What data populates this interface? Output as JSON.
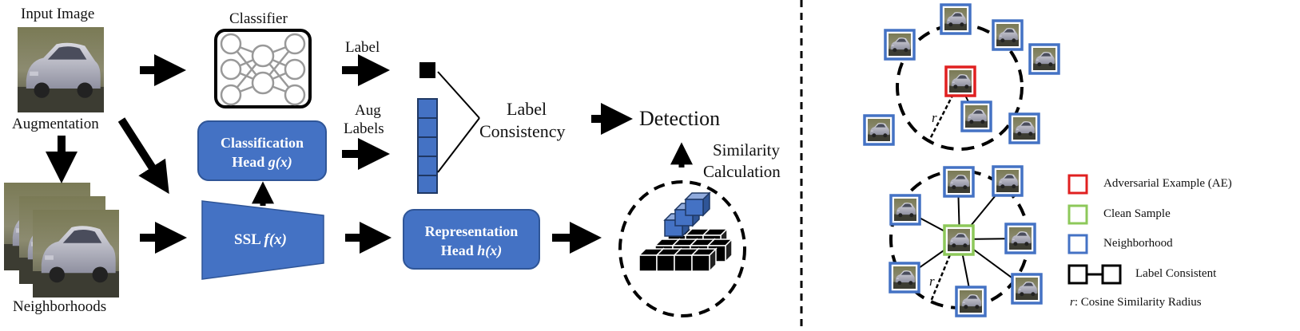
{
  "left": {
    "input_image": "Input Image",
    "augmentation": "Augmentation",
    "neighborhoods": "Neighborhoods",
    "classifier": "Classifier",
    "label": "Label",
    "aug_labels_1": "Aug",
    "aug_labels_2": "Labels",
    "label_consistency_1": "Label",
    "label_consistency_2": "Consistency",
    "detection": "Detection",
    "similarity_1": "Similarity",
    "similarity_2": "Calculation",
    "classification_head_1": "Classification",
    "classification_head_2a": "Head ",
    "classification_head_2b": "g(x)",
    "ssl_a": "SSL ",
    "ssl_b": "f(x)",
    "representation_head_1": "Representation",
    "representation_head_2a": "Head ",
    "representation_head_2b": "h(x)"
  },
  "right": {
    "legend": {
      "ae": "Adversarial Example (AE)",
      "clean": "Clean Sample",
      "neighborhood": "Neighborhood",
      "label_consistent": "Label Consistent",
      "radius_var": "r",
      "radius_text": ": Cosine Similarity Radius"
    },
    "r_label": "r"
  },
  "colors": {
    "blue": "#4472c4",
    "ae_red": "#e02020",
    "clean_green": "#8dc85a",
    "neighbor_blue": "#4472c4"
  }
}
